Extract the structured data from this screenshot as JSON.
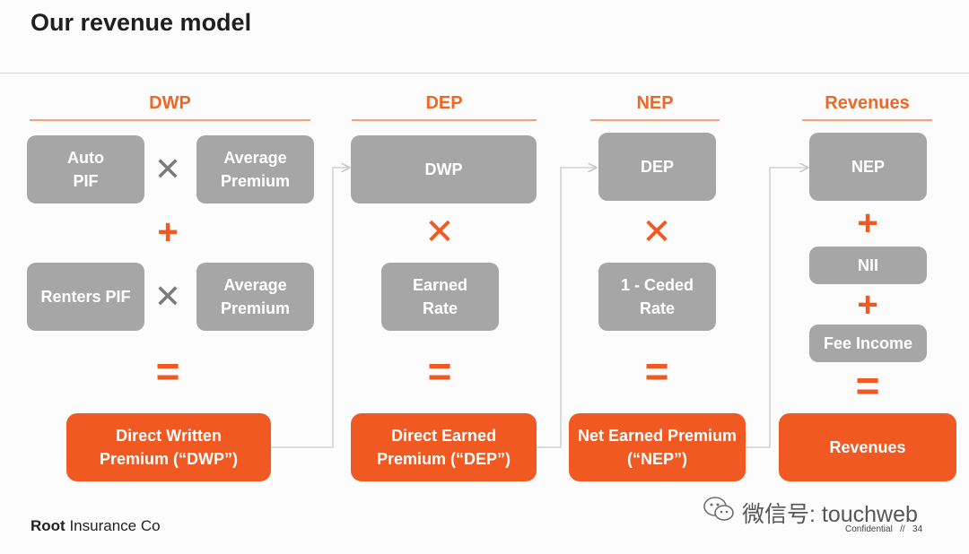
{
  "title": "Our revenue model",
  "columns": {
    "dwp": {
      "header": "DWP",
      "row1_left": "Auto\nPIF",
      "row1_op": "✕",
      "row1_right": "Average\nPremium",
      "plus": "+",
      "row2_left": "Renters PIF",
      "row2_op": "✕",
      "row2_right": "Average\nPremium",
      "equals": "=",
      "result": "Direct Written\nPremium (“DWP”)"
    },
    "dep": {
      "header": "DEP",
      "input": "DWP",
      "op": "✕",
      "factor": "Earned\nRate",
      "equals": "=",
      "result": "Direct Earned\nPremium (“DEP”)"
    },
    "nep": {
      "header": "NEP",
      "input": "DEP",
      "op": "✕",
      "factor": "1 - Ceded\nRate",
      "equals": "=",
      "result": "Net Earned Premium\n(“NEP”)"
    },
    "revenues": {
      "header": "Revenues",
      "input": "NEP",
      "plus1": "+",
      "item2": "NII",
      "plus2": "+",
      "item3": "Fee Income",
      "equals": "=",
      "result": "Revenues"
    }
  },
  "footer": {
    "brand_bold": "Root",
    "brand_rest": " Insurance Co",
    "watermark": "微信号: touchweb",
    "confidential": "Confidential   //   34"
  },
  "colors": {
    "accent": "#f05a22",
    "header_text": "#f26522",
    "box_gray": "#a6a6a6",
    "operator_gray": "#7a7a7a",
    "connector": "#c8c8c8"
  }
}
